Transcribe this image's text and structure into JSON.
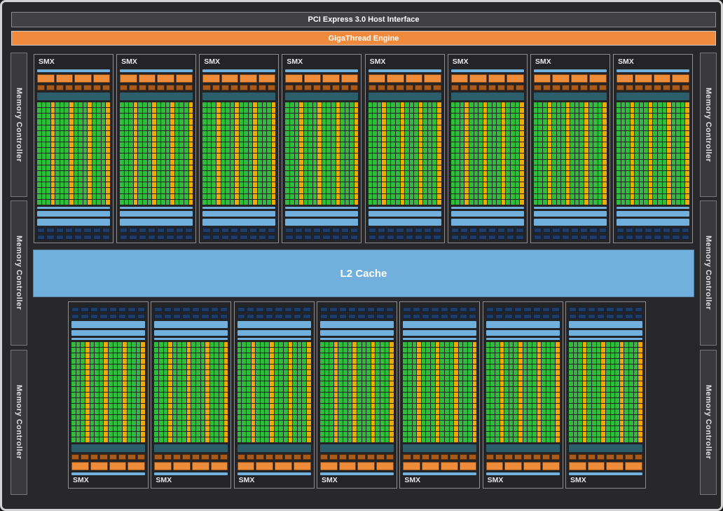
{
  "title": "GPU block diagram",
  "colors": {
    "background": "#28282a",
    "accent_orange": "#f08a3c",
    "light_blue": "#71afdd",
    "navy": "#1e3c68",
    "teal": "#2c5d6b",
    "orange_block": "#ee8c3a",
    "dark_orange_block": "#a85a1c",
    "core_green": "#30bc3c",
    "dp_yellow": "#efac08",
    "bar_dark_fill": "#414143"
  },
  "host_interface": {
    "label": "PCI Express 3.0 Host Interface"
  },
  "gigathread": {
    "label": "GigaThread Engine"
  },
  "l2_cache": {
    "label": "L2 Cache"
  },
  "memory_controllers": {
    "label": "Memory Controller",
    "left_count": 3,
    "right_count": 3
  },
  "smx": {
    "label": "SMX",
    "top_count": 8,
    "bottom_count": 7,
    "header_thin_bar": {
      "color_key": "light_blue",
      "height": 4
    },
    "scheduler_blocks_row": {
      "count": 4,
      "color_key": "orange_block",
      "height": 10
    },
    "dispatch_blocks_row": {
      "count": 8,
      "color_key": "dark_orange_block",
      "height": 6
    },
    "register_bar": {
      "color_key": "teal",
      "height": 11
    },
    "core_grid": {
      "columns": 16,
      "rows": 18,
      "dp_unit_columns": [
        4,
        8,
        12,
        16
      ],
      "core_color_key": "core_green",
      "dp_color_key": "dp_yellow"
    },
    "footer_bars": [
      {
        "color_key": "light_blue",
        "height": 3
      },
      {
        "color_key": "light_blue",
        "height": 8
      },
      {
        "color_key": "light_blue",
        "height": 10
      }
    ],
    "interconnect_rows": {
      "rows": 2,
      "blocks_per_row": 8,
      "color_key": "navy",
      "height": 5
    }
  }
}
